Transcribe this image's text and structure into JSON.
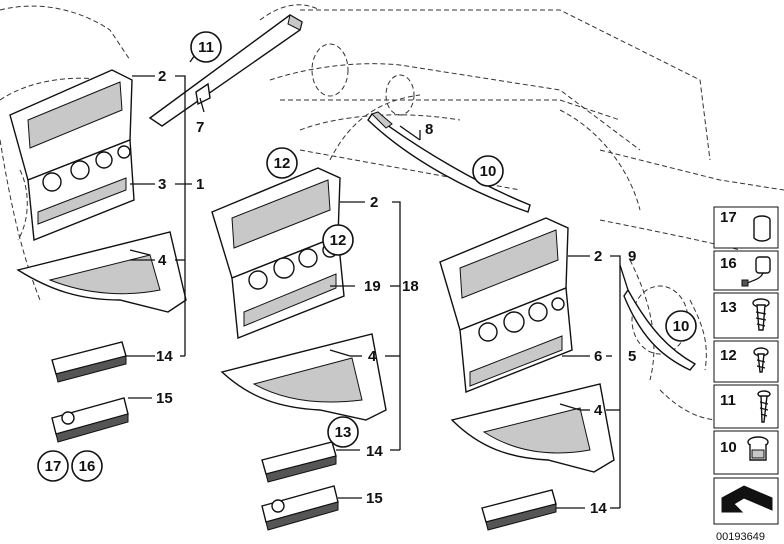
{
  "diagram": {
    "ref_number": "00193649",
    "labels": {
      "l1": "1",
      "l2a": "2",
      "l3": "3",
      "l4a": "4",
      "l7": "7",
      "l8": "8",
      "l9": "9",
      "l14a": "14",
      "l15a": "15",
      "l2b": "2",
      "l19": "19",
      "l18": "18",
      "l4b": "4",
      "l14b": "14",
      "l15b": "15",
      "l2c": "2",
      "l6": "6",
      "l5": "5",
      "l4c": "4",
      "l14c": "14"
    },
    "circled": {
      "c11": "11",
      "c12a": "12",
      "c12b": "12",
      "c10a": "10",
      "c10b": "10",
      "c13": "13",
      "c17": "17",
      "c16": "16"
    },
    "side_parts": [
      {
        "number": "17",
        "icon": "socket-cap-icon"
      },
      {
        "number": "16",
        "icon": "lighter-socket-icon"
      },
      {
        "number": "13",
        "icon": "screw-icon"
      },
      {
        "number": "12",
        "icon": "short-screw-icon"
      },
      {
        "number": "11",
        "icon": "long-screw-icon"
      },
      {
        "number": "10",
        "icon": "clip-icon"
      }
    ]
  }
}
